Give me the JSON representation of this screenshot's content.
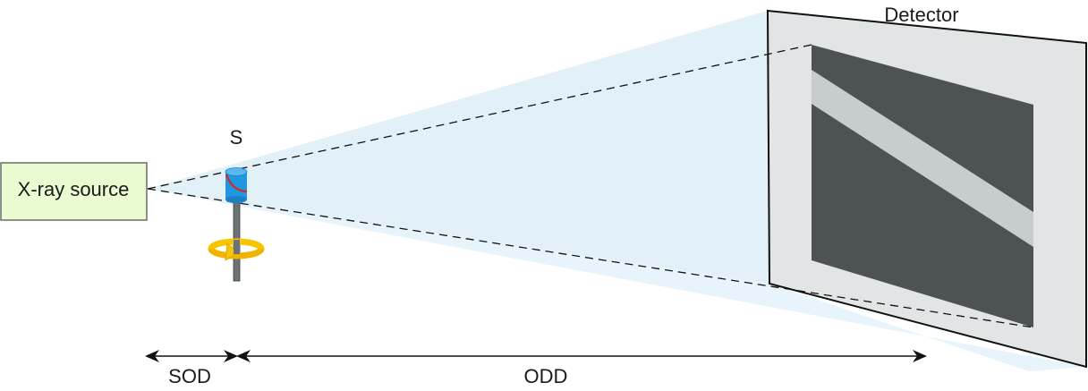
{
  "labels": {
    "source": "X-ray source",
    "sample": "S",
    "detector": "Detector",
    "sod": "SOD",
    "odd": "ODD"
  },
  "colors": {
    "source_box_fill": "#eafbd2",
    "source_box_stroke": "#6b6b6b",
    "beam_cone": "#e6f3fb",
    "detector_frame": "#e2e5e6",
    "detector_image": "#4d5254",
    "projected_band": "#c7cdce",
    "sample_cylinder": "#1f97e3",
    "sample_curve": "#d22b1f",
    "rotation_arrow": "#f7c500",
    "arrow_lines": "#111111"
  },
  "icons": {
    "rotation": "rotation-arrow-icon"
  }
}
